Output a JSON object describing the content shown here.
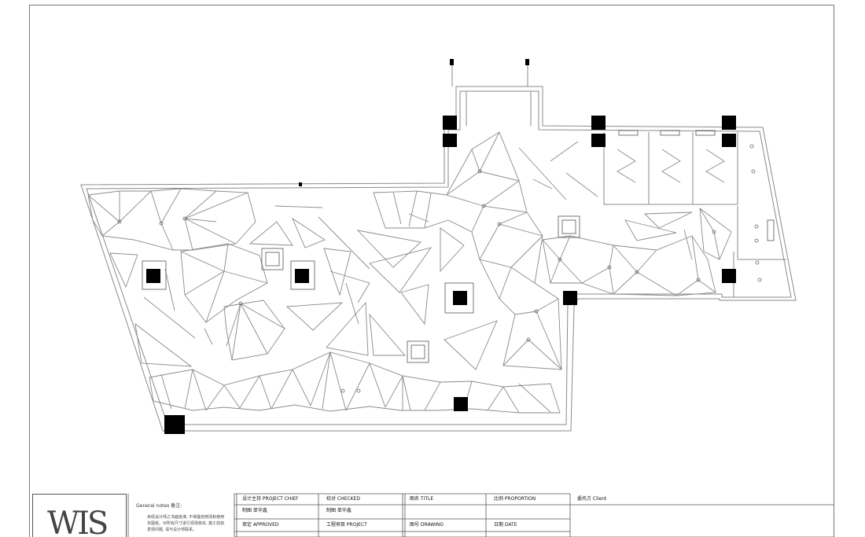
{
  "logo_text": "WIS",
  "remarks": {
    "title": "General notes 备注:",
    "body": "未经设计师之书面批准, 不得擅自修改和使用本图纸。对所有尺寸进行现场核实, 施工前如发现问题, 请与设计师联系。"
  },
  "title_block": {
    "design_lead_label": "设计主持 PROJECT CHIEF",
    "drawn_label": "制图 单华鑫",
    "approved_label": "审定 APPROVED",
    "checked_label": "校对 CHECKED",
    "checked_name": "制图 单华鑫",
    "project_label": "工程项目 PROJECT",
    "title_label": "图名 TITLE",
    "drawing_no_label": "图号 DRAWING",
    "proportion_label": "比例 PROPORTION",
    "date_label": "日期 DATE",
    "client_label": "委托方 Client"
  },
  "colors": {
    "line": "#8a8a8a",
    "ink": "#000000"
  }
}
